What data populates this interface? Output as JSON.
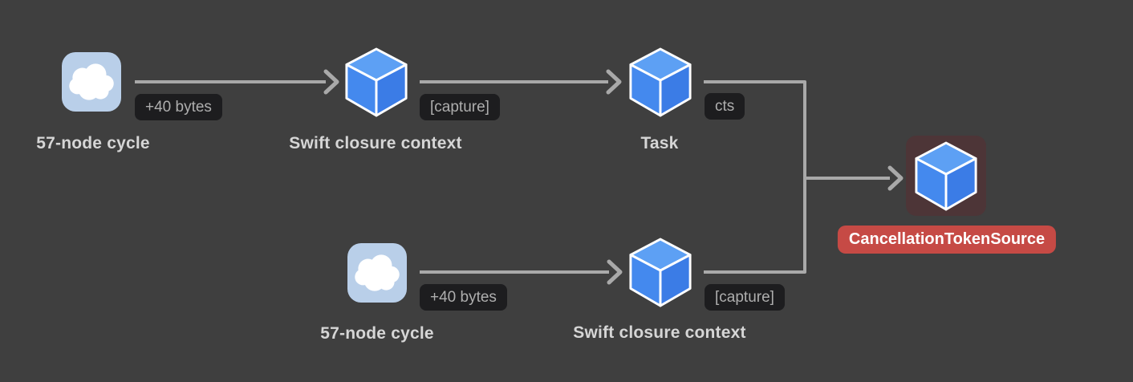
{
  "colors": {
    "background": "#3f3f3f",
    "connector": "#a9a9a9",
    "badge_bg": "#1d1d1f",
    "badge_text": "#aeaeae",
    "label_text": "#d6d6d6",
    "cloud_icon_bg": "#b9cfe9",
    "cube_blue": "#4489ee",
    "highlight_plate_bg": "#4d3537",
    "alert_badge_bg": "#c64a45",
    "alert_badge_text": "#ffffff"
  },
  "diagram": {
    "nodes": [
      {
        "id": "cycle-top",
        "type": "cloud",
        "label": "57-node cycle"
      },
      {
        "id": "swift-closure-context-top",
        "type": "cube",
        "label": "Swift closure context"
      },
      {
        "id": "task",
        "type": "cube",
        "label": "Task"
      },
      {
        "id": "cycle-bottom",
        "type": "cloud",
        "label": "57-node cycle"
      },
      {
        "id": "swift-closure-context-bottom",
        "type": "cube",
        "label": "Swift closure context"
      },
      {
        "id": "cancellation-token-source",
        "type": "cube",
        "label": "CancellationTokenSource",
        "highlighted": true
      }
    ],
    "edges": [
      {
        "from": "cycle-top",
        "to": "swift-closure-context-top",
        "label": "+40 bytes"
      },
      {
        "from": "swift-closure-context-top",
        "to": "task",
        "label": "[capture]"
      },
      {
        "from": "task",
        "to": "cancellation-token-source",
        "label": "cts"
      },
      {
        "from": "cycle-bottom",
        "to": "swift-closure-context-bottom",
        "label": "+40 bytes"
      },
      {
        "from": "swift-closure-context-bottom",
        "to": "cancellation-token-source",
        "label": "[capture]"
      }
    ]
  }
}
